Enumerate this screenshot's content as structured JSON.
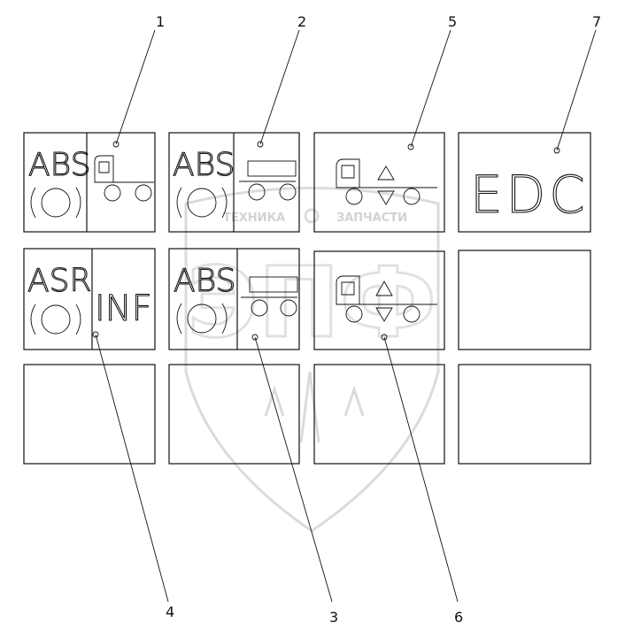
{
  "callouts": {
    "n1": "1",
    "n2": "2",
    "n3": "3",
    "n4": "4",
    "n5": "5",
    "n6": "6",
    "n7": "7"
  },
  "panels": {
    "p1_text": "ABS",
    "p2_text": "ABS",
    "p4_text": "ASR",
    "p4_inf": "INF",
    "p3_text": "ABS",
    "p7_text": "EDC"
  },
  "watermark": {
    "word1": "ТЕХНИКА",
    "word2": "ЗАПЧАСТИ",
    "logo": "ЭПФ",
    "color": "#bdbdbd"
  },
  "icons": {
    "truck": "truck-side-icon",
    "axle": "axle-wheels-icon",
    "ring": "warning-ring-icon",
    "arrows": "up-down-triangles-icon"
  }
}
